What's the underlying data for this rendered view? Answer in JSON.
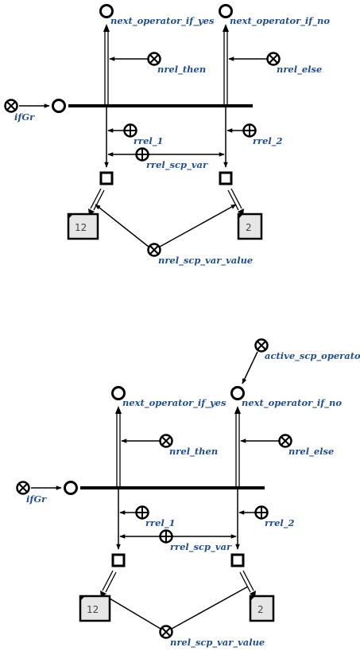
{
  "diagrams": [
    {
      "labels": {
        "yes": "next_operator_if_yes",
        "no": "next_operator_if_no",
        "then": "nrel_then",
        "else": "nrel_else",
        "ifgr": "ifGr",
        "rrel1": "rrel_1",
        "rrel2": "rrel_2",
        "scpvar": "rrel_scp_var",
        "value": "nrel_scp_var_value",
        "left_value": "12",
        "right_value": "2"
      }
    },
    {
      "labels": {
        "active": "active_scp_operator",
        "yes": "next_operator_if_yes",
        "no": "next_operator_if_no",
        "then": "nrel_then",
        "else": "nrel_else",
        "ifgr": "ifGr",
        "rrel1": "rrel_1",
        "rrel2": "rrel_2",
        "scpvar": "rrel_scp_var",
        "value": "nrel_scp_var_value",
        "left_value": "12",
        "right_value": "2"
      }
    }
  ]
}
